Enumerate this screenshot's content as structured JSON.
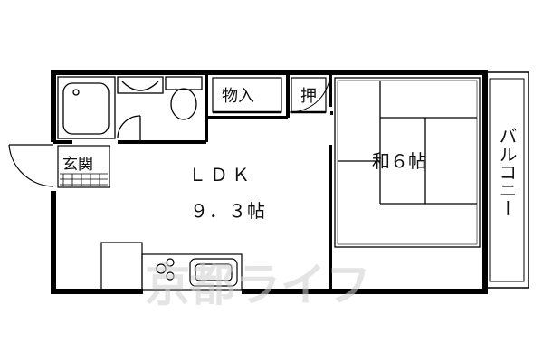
{
  "floorplan": {
    "rooms": {
      "ldk_label": "ＬＤＫ",
      "ldk_size": "９．３帖",
      "washitsu": "和６帖",
      "genkan": "玄関",
      "monoire": "物入",
      "oshi": "押",
      "balcony": "バルコニー"
    },
    "watermark": "京都ライフ"
  }
}
